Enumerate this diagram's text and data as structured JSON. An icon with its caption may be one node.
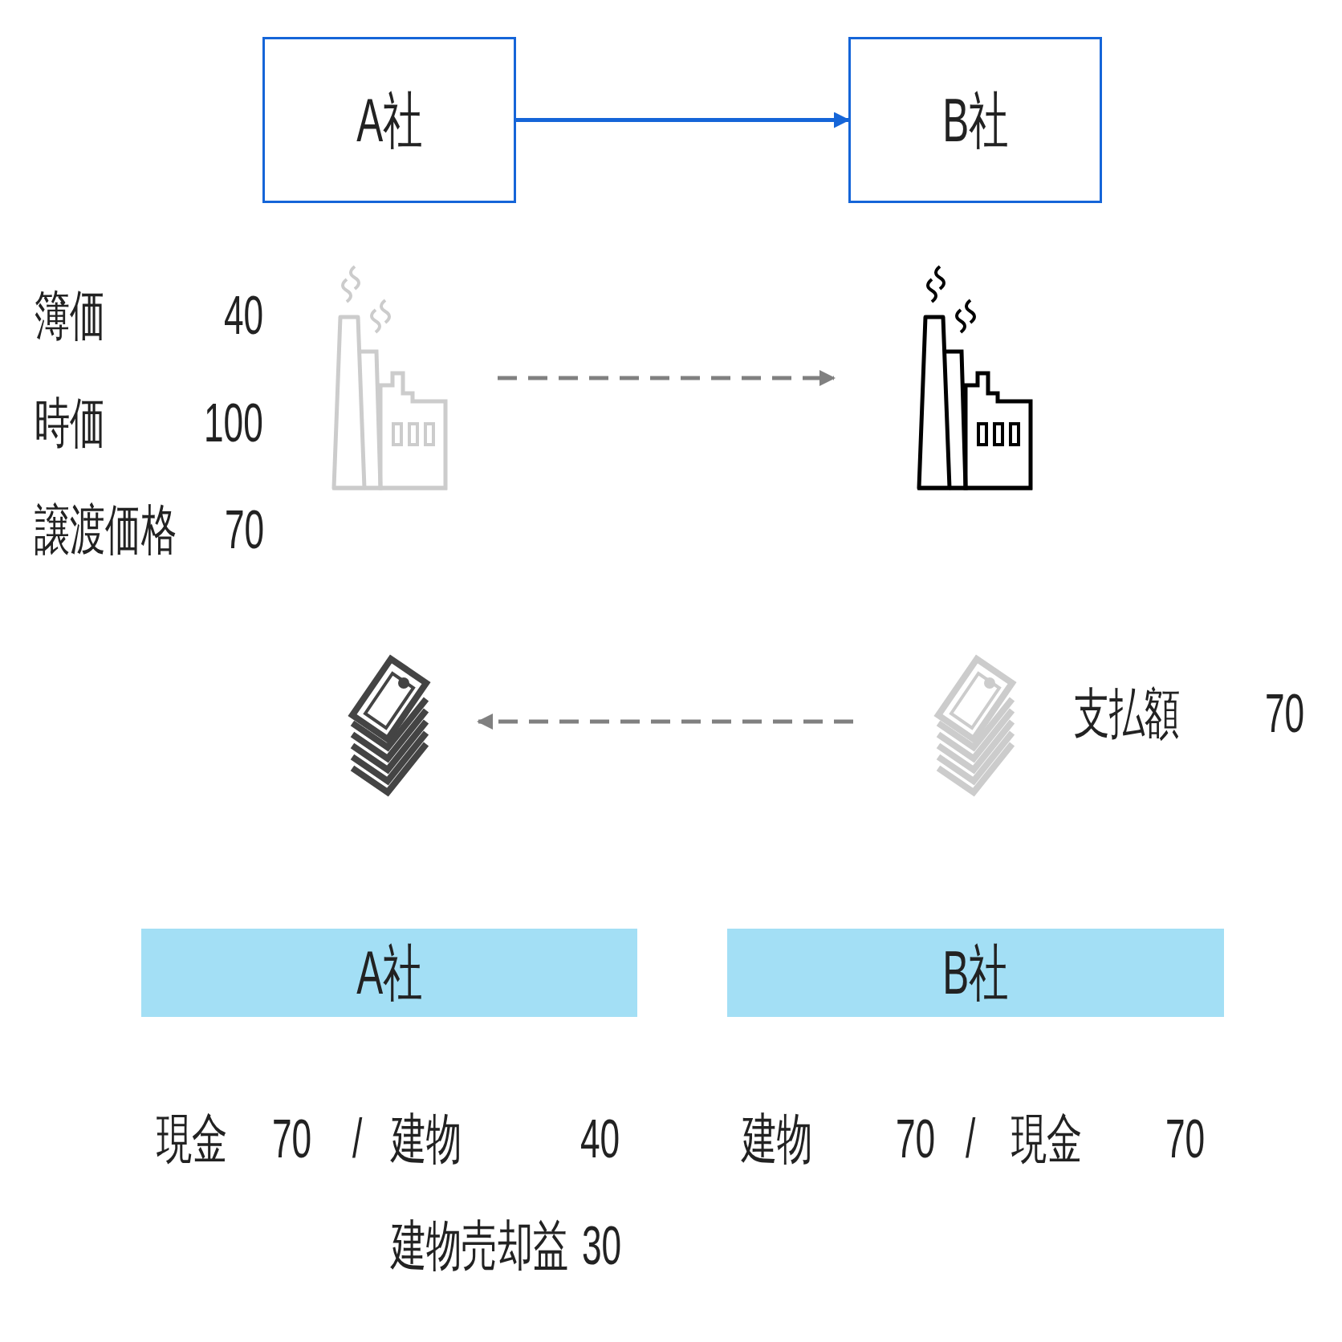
{
  "diagram": {
    "nodes": [
      {
        "text": [
          "A社"
        ]
      },
      {
        "text": [
          "B社"
        ]
      },
      {
        "text": [],
        "shape": "factory"
      },
      {
        "text": [],
        "shape": "factory"
      },
      {
        "text": [],
        "shape": "money"
      },
      {
        "text": [],
        "shape": "money"
      },
      {
        "text": [
          "A社"
        ]
      },
      {
        "text": [
          "B社"
        ]
      }
    ],
    "edges": [
      {
        "from": 0,
        "to": 1,
        "arrow": "to",
        "color": "#1565d8"
      },
      {
        "from": 2,
        "to": 3,
        "arrow": "to",
        "style": "dashed",
        "color": "#808080"
      },
      {
        "from": 5,
        "to": 4,
        "arrow": "to",
        "style": "dashed",
        "color": "#808080"
      }
    ],
    "labels": [
      "簿価",
      "40",
      "時価",
      "100",
      "譲渡価格",
      "70",
      "支払額",
      "70",
      "現金",
      "70",
      "/",
      "建物",
      "40",
      "建物売却益",
      "30",
      "建物",
      "70",
      "/",
      "現金",
      "70"
    ]
  }
}
